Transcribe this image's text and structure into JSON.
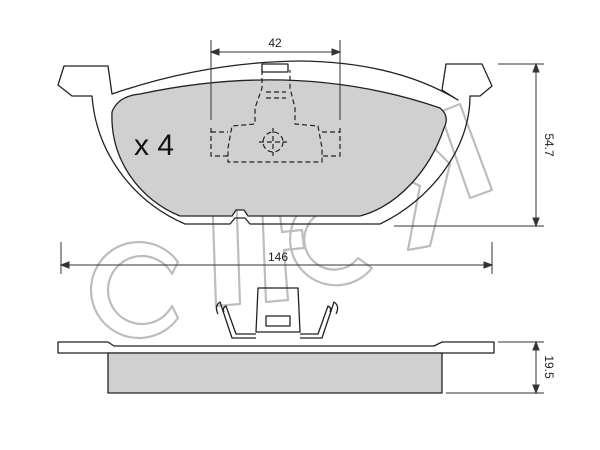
{
  "drawing": {
    "quantity_label": "x 4",
    "dimensions": {
      "hole_spacing": "42",
      "pad_height": "54.7",
      "pad_width": "146",
      "pad_thickness": "19.5"
    },
    "colors": {
      "friction_material": "#d0d0d0",
      "outline": "#222222",
      "watermark": "#bdbdbd"
    },
    "watermark_icon": "cifam-logo-watermark"
  }
}
